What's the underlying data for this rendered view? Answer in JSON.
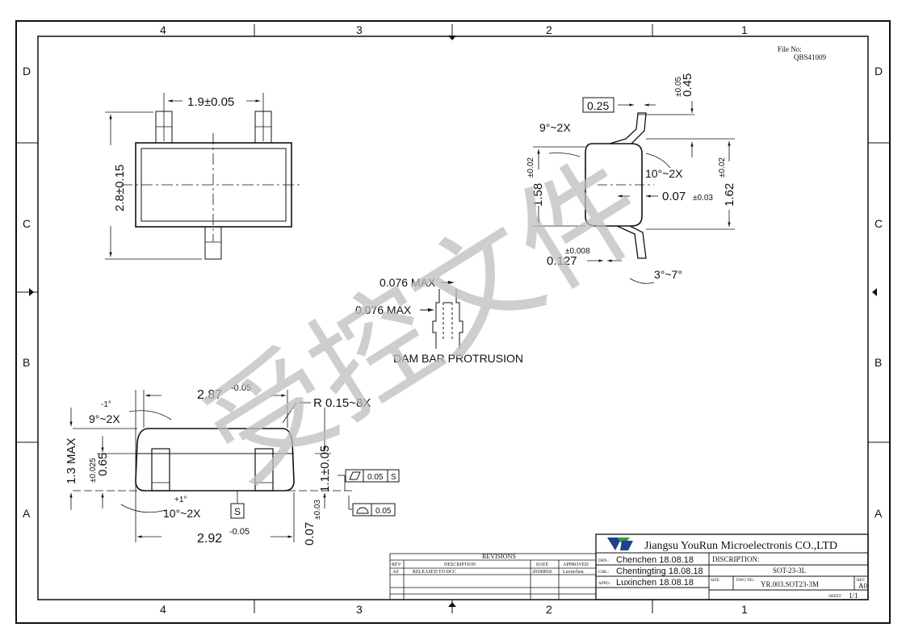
{
  "frame": {
    "columns_top": [
      "4",
      "3",
      "2",
      "1"
    ],
    "columns_bottom": [
      "4",
      "3",
      "2",
      "1"
    ],
    "rows_left": [
      "D",
      "C",
      "B",
      "A"
    ],
    "rows_right": [
      "D",
      "C",
      "B",
      "A"
    ]
  },
  "file_no": {
    "label": "File No:",
    "value": "QBS41009"
  },
  "top_view": {
    "width_dim": "1.9±0.05",
    "height_dim": "2.8±0.15"
  },
  "side_view": {
    "box_dim": "0.25",
    "lead_top": "0.45",
    "lead_top_tol": "±0.05",
    "angle_left": "9°~2X",
    "angle_right": "10°~2X",
    "h_left": "1.58",
    "h_left_tol": "±0.02",
    "h_right": "1.62",
    "h_right_tol": "±0.02",
    "thick": "0.07",
    "thick_tol": "±0.03",
    "lead_thk": "0.127",
    "lead_thk_tol": "±0.008",
    "foot_angle": "3°~7°"
  },
  "dam_bar": {
    "max1": "0.076 MAX",
    "max2": "0.076 MAX",
    "caption": "DAM BAR PROTRUSION"
  },
  "front_view": {
    "top_len": "2.87",
    "top_len_tol": "-0.05",
    "bot_len": "2.92",
    "bot_len_tol": "-0.05",
    "radius": "R 0.15~8X",
    "angle_top": "9°~2X",
    "angle_top_tol": "-1°",
    "angle_bot": "10°~2X",
    "angle_bot_tol": "+1°",
    "max_h": "1.3 MAX",
    "h1": "0.65",
    "h1_tol": "±0.025",
    "h2": "1.1±0.05",
    "foot": "0.07",
    "foot_tol": "±0.03",
    "tol1_val": "0.05",
    "tol1_ref": "S",
    "tol2_val": "0.05",
    "datum": "S"
  },
  "watermark": "受控文件",
  "revisions": {
    "title": "REVISIONS",
    "headers": [
      "REV",
      "DESCRIPTION",
      "DATE",
      "APPROVED"
    ],
    "rows": [
      [
        "A0",
        "RELEASED TO DCC",
        "20180818",
        "Luxinchen"
      ]
    ]
  },
  "title_block": {
    "company": "Jiangsu YouRun Microelectronis CO.,LTD",
    "drn_label": "DRN.:",
    "drn": "Chenchen 18.08.18",
    "chk_label": "CHK.:",
    "chk": "Chentingting 18.08.18",
    "appd_label": "APPD.:",
    "appd": "Luxinchen 18.08.18",
    "desc_label": "DISCRIPTION:",
    "desc": "SOT-23-3L",
    "size_label": "SIZE:",
    "dwg_label": "DWG NO.:",
    "dwg": "YR.003.SOT23-3M",
    "rev_label": "REV.",
    "rev": "A0",
    "sheet_label": "SHEET:",
    "sheet": "1/1"
  },
  "colors": {
    "line": "#111111",
    "watermark": "#b8b8b8",
    "logo_blue": "#1f3f8f",
    "logo_green": "#3a9a3a"
  }
}
